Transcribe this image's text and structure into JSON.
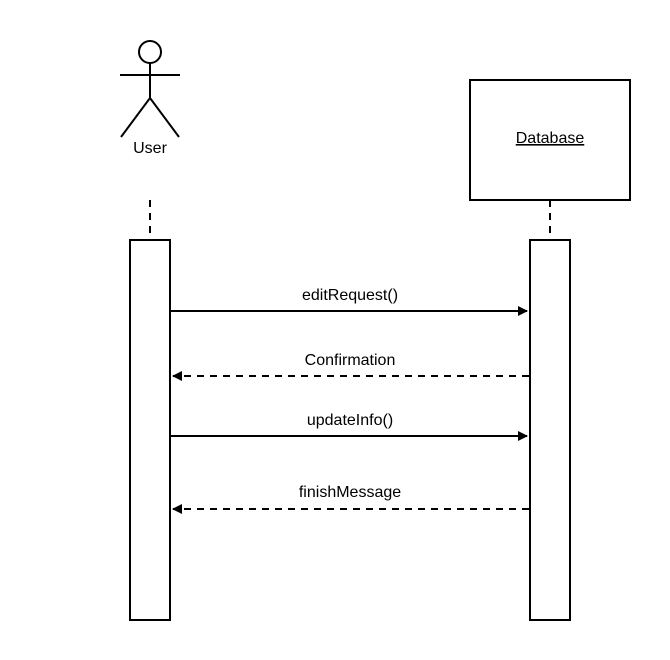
{
  "participants": {
    "user": {
      "label": "User",
      "kind": "actor"
    },
    "database": {
      "label": "Database",
      "kind": "object"
    }
  },
  "messages": [
    {
      "label": "editRequest()",
      "from": "user",
      "to": "database",
      "style": "solid"
    },
    {
      "label": "Confirmation",
      "from": "database",
      "to": "user",
      "style": "dashed"
    },
    {
      "label": "updateInfo()",
      "from": "user",
      "to": "database",
      "style": "solid"
    },
    {
      "label": "finishMessage",
      "from": "database",
      "to": "user",
      "style": "dashed"
    }
  ],
  "colors": {
    "stroke": "#000000",
    "background": "#ffffff"
  }
}
